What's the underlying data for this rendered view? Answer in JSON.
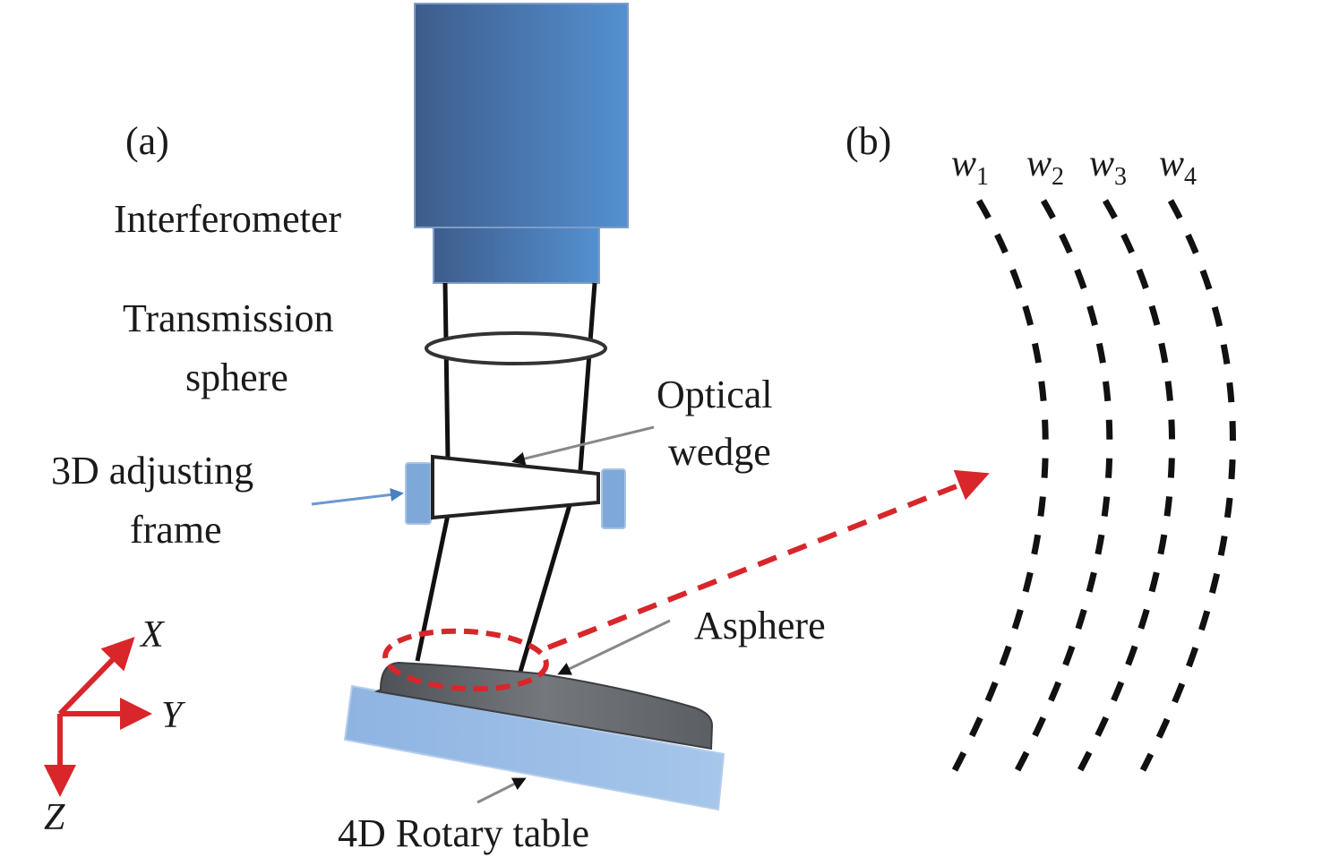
{
  "panels": {
    "a": {
      "label": "(a)"
    },
    "b": {
      "label": "(b)"
    }
  },
  "components": {
    "interferometer": "Interferometer",
    "transmission_sphere": [
      "Transmission",
      "sphere"
    ],
    "optical_wedge": [
      "Optical",
      "wedge"
    ],
    "adjusting_frame": [
      "3D adjusting",
      "frame"
    ],
    "asphere": "Asphere",
    "rotary_table": "4D Rotary table"
  },
  "axes": {
    "x": "X",
    "y": "Y",
    "z": "Z"
  },
  "wavefronts": [
    {
      "symbol": "w",
      "subscript": "1"
    },
    {
      "symbol": "w",
      "subscript": "2"
    },
    {
      "symbol": "w",
      "subscript": "3"
    },
    {
      "symbol": "w",
      "subscript": "4"
    }
  ],
  "colors": {
    "interferometer_dark": "#3d5f8f",
    "interferometer_light": "#5189c8",
    "frame_blue": "#7ea8d8",
    "table_blue": "#9dbfe6",
    "asphere_gray": "#6f7378",
    "highlight_red": "#d8262a",
    "beam_black": "#111111"
  }
}
